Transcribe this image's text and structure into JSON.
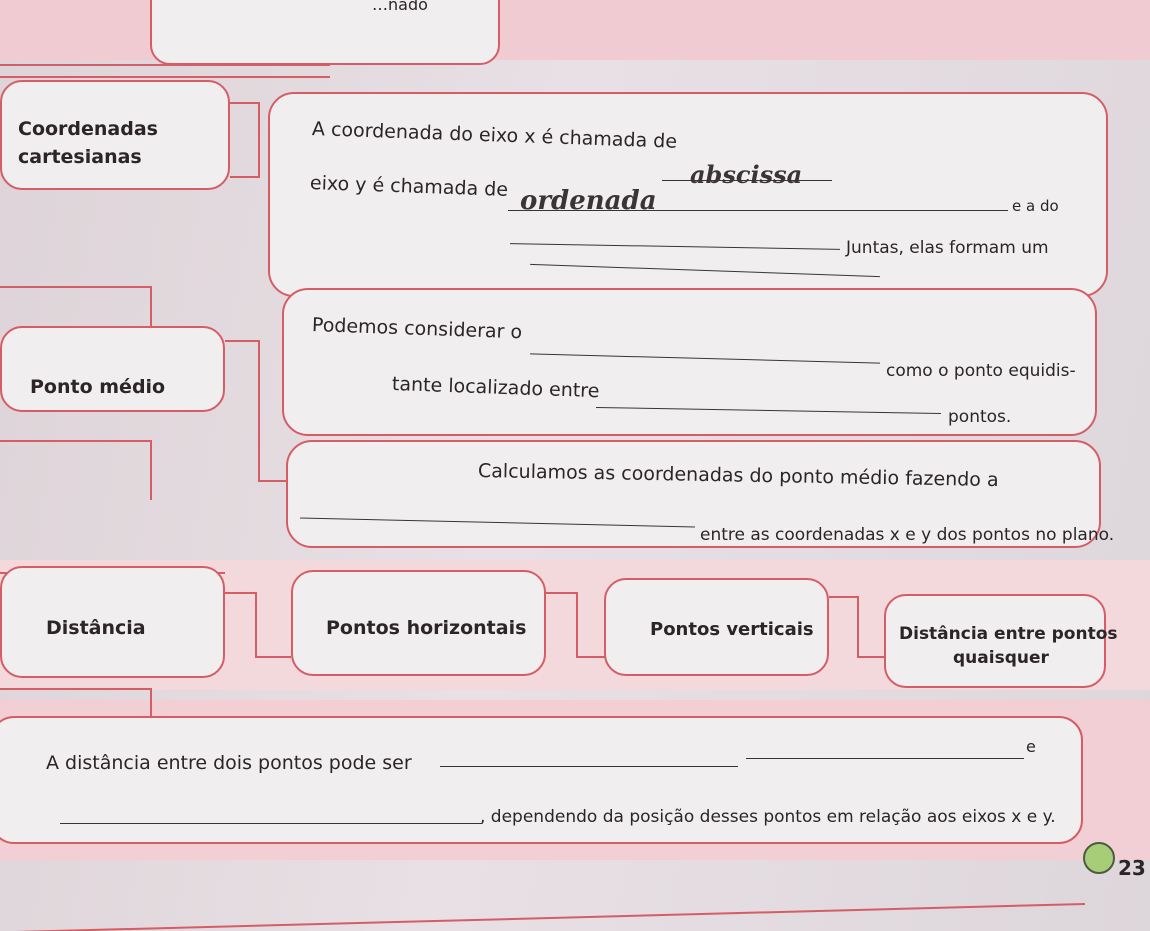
{
  "top_fragment": "…nado",
  "section_coordenadas": {
    "label_line1": "Coordenadas",
    "label_line2": "cartesianas",
    "sentence_part1": "A coordenada do eixo x é chamada de",
    "answer1": "abscissa",
    "sentence_part2": "e a do",
    "sentence_part3": "eixo y é chamada de",
    "answer2": "ordenada",
    "sentence_part4": "Juntas, elas formam um"
  },
  "section_ponto_medio": {
    "label": "Ponto médio",
    "box1_part1": "Podemos considerar o",
    "box1_part2": "como o ponto equidis-",
    "box1_part3": "tante localizado entre",
    "box1_part4": "pontos.",
    "box2_part1": "Calculamos as coordenadas do ponto médio fazendo a",
    "box2_part2": "entre as coordenadas x e y dos pontos no plano."
  },
  "section_distancia": {
    "label": "Distância",
    "item1": "Pontos horizontais",
    "item2": "Pontos verticais",
    "item3_line1": "Distância entre pontos",
    "item3_line2": "quaisquer"
  },
  "section_bottom": {
    "part1": "A distância entre dois pontos pode ser",
    "part2": "e",
    "part3": ", dependendo da posição desses pontos em relação aos eixos x e y."
  },
  "page_number": "23"
}
